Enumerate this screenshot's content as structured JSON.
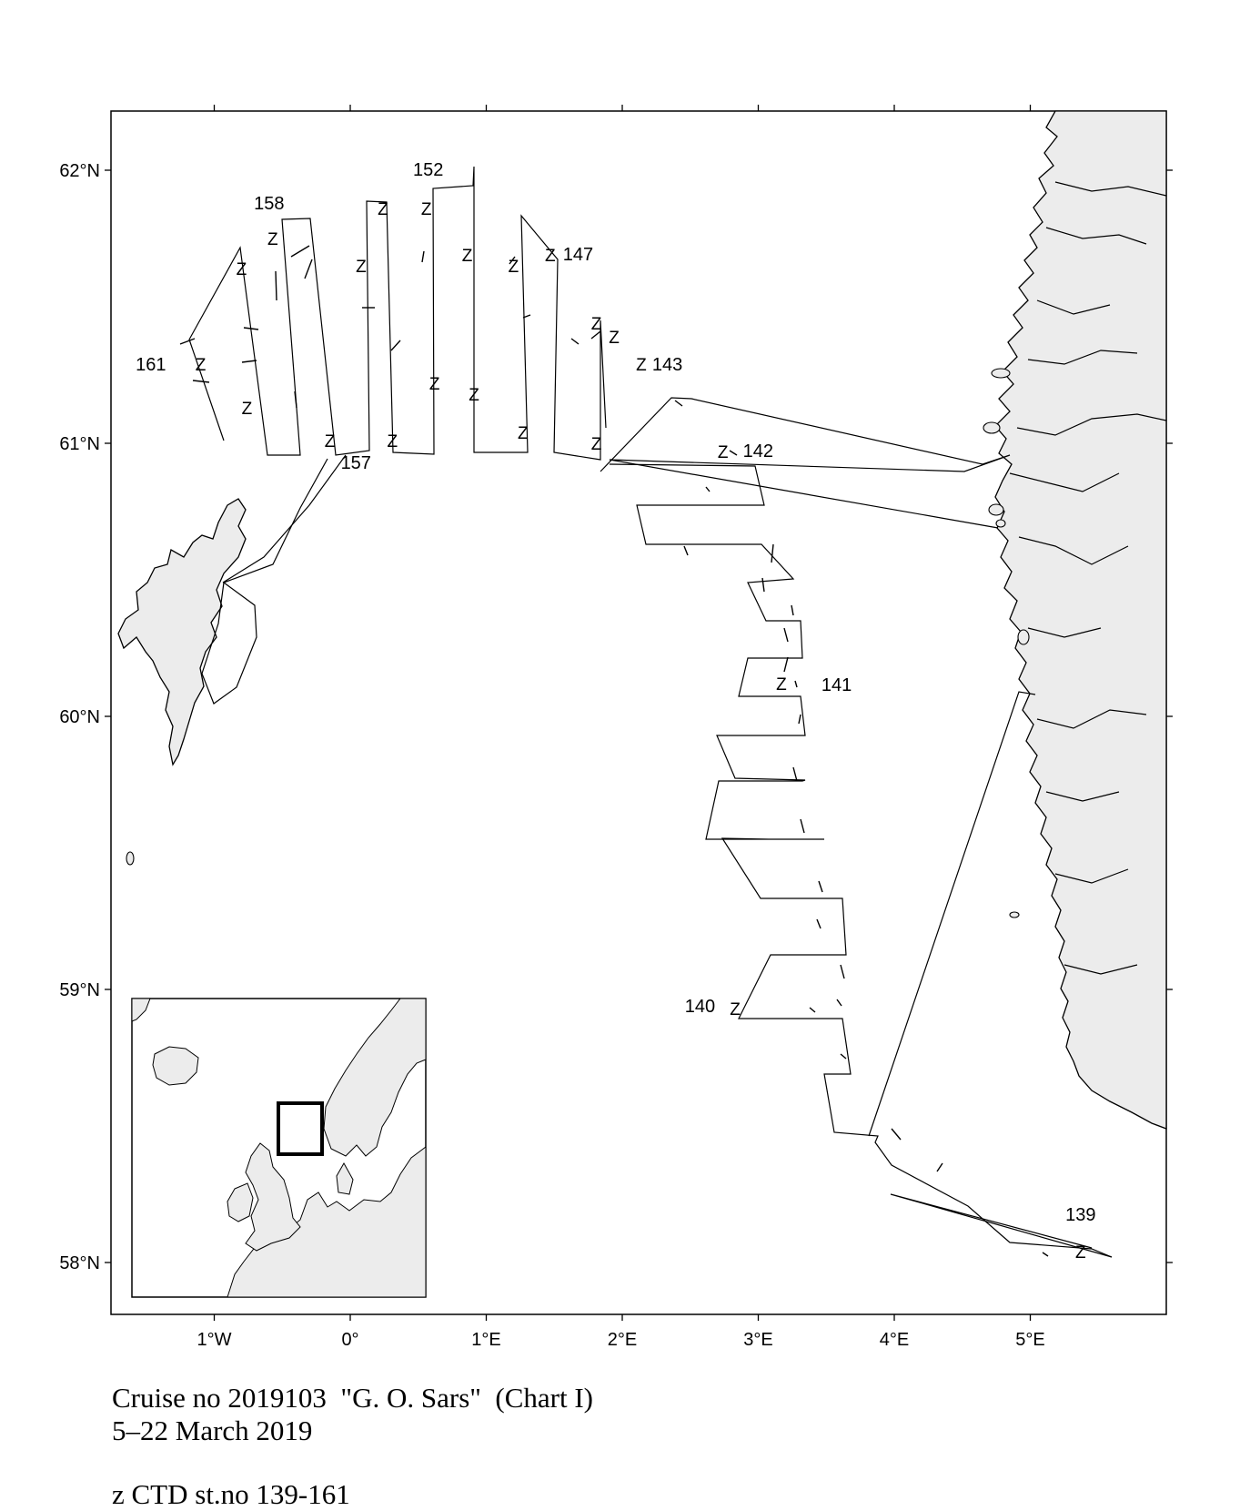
{
  "map": {
    "lat_ticks": [
      {
        "value": 62,
        "label": "62°N"
      },
      {
        "value": 61,
        "label": "61°N"
      },
      {
        "value": 60,
        "label": "60°N"
      },
      {
        "value": 59,
        "label": "59°N"
      },
      {
        "value": 58,
        "label": "58°N"
      }
    ],
    "lon_ticks": [
      {
        "value": -1,
        "label": "1°W"
      },
      {
        "value": 0,
        "label": "0°"
      },
      {
        "value": 1,
        "label": "1°E"
      },
      {
        "value": 2,
        "label": "2°E"
      },
      {
        "value": 3,
        "label": "3°E"
      },
      {
        "value": 4,
        "label": "4°E"
      },
      {
        "value": 5,
        "label": "5°E"
      }
    ],
    "colors": {
      "land": "#ececec",
      "outline": "#000000",
      "background": "#ffffff"
    },
    "ctd_marker": "Z",
    "stations": [
      {
        "label": "139",
        "lon": 5.37,
        "lat": 58.04
      },
      {
        "label": "140",
        "lon": 2.83,
        "lat": 58.93
      },
      {
        "label": "141",
        "lon": 3.17,
        "lat": 60.12
      },
      {
        "label": "142",
        "lon": 2.74,
        "lat": 60.97
      },
      {
        "label": "143",
        "lon": 2.14,
        "lat": 61.29
      },
      {
        "label": "147",
        "lon": 1.47,
        "lat": 61.69
      },
      {
        "label": "152",
        "lon": 0.56,
        "lat": 61.86
      },
      {
        "label": "157",
        "lon": -0.15,
        "lat": 61.01
      },
      {
        "label": "158",
        "lon": -0.57,
        "lat": 61.75
      },
      {
        "label": "161",
        "lon": -1.1,
        "lat": 61.29
      }
    ],
    "extra_ctd_marks": [
      {
        "lon": -0.8,
        "lat": 61.64
      },
      {
        "lon": 0.08,
        "lat": 61.65
      },
      {
        "lon": 0.24,
        "lat": 61.86
      },
      {
        "lon": 0.86,
        "lat": 61.69
      },
      {
        "lon": 1.2,
        "lat": 61.65
      },
      {
        "lon": 1.81,
        "lat": 61.44
      },
      {
        "lon": 1.94,
        "lat": 61.39
      },
      {
        "lon": -0.76,
        "lat": 61.13
      },
      {
        "lon": 0.62,
        "lat": 61.22
      },
      {
        "lon": 0.91,
        "lat": 61.18
      },
      {
        "lon": 0.31,
        "lat": 61.01
      },
      {
        "lon": 1.27,
        "lat": 61.04
      },
      {
        "lon": 1.81,
        "lat": 61.0
      }
    ],
    "inset": {
      "box": "study area"
    }
  },
  "caption": {
    "line1": "Cruise no 2019103  \"G. O. Sars\"  (Chart I)",
    "line2": "5–22 March 2019",
    "line3": "z CTD st.no 139-161"
  }
}
